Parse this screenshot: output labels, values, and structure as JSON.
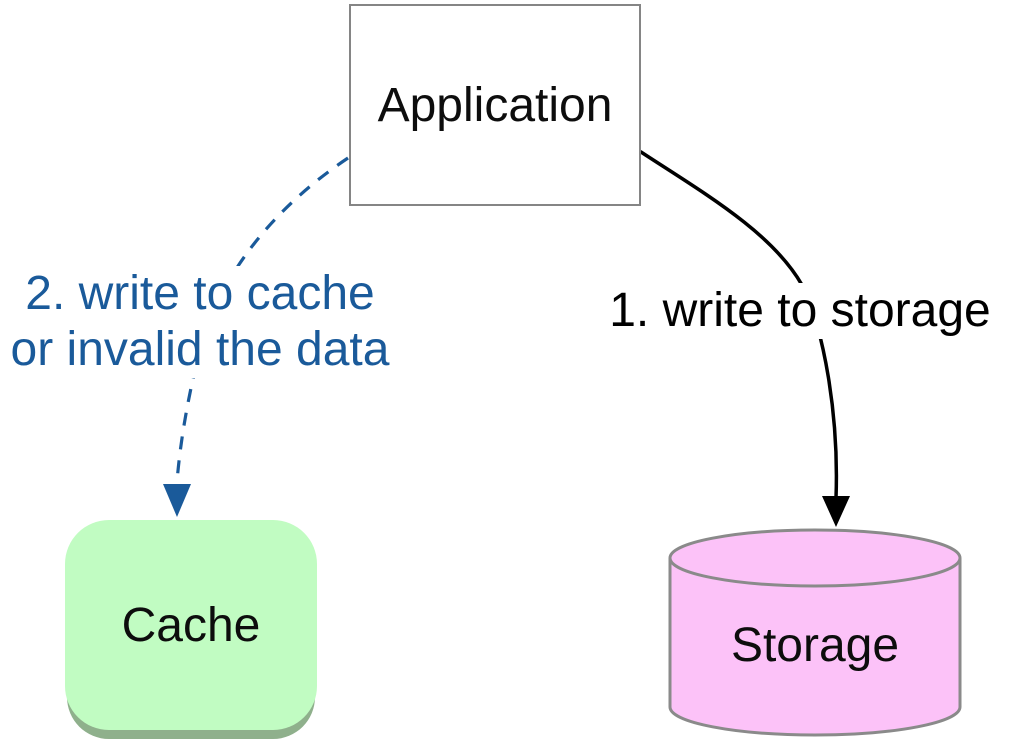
{
  "diagram": {
    "nodes": {
      "application": {
        "label": "Application",
        "shape": "rectangle",
        "fill": "#ffffff",
        "border_color": "#858585"
      },
      "cache": {
        "label": "Cache",
        "shape": "rounded-rectangle",
        "fill": "#c1fcc2",
        "shadow_color": "#8fb08c"
      },
      "storage": {
        "label": "Storage",
        "shape": "cylinder",
        "fill": "#fcc2f8",
        "border_color": "#8a8a8a"
      }
    },
    "edges": {
      "write_to_storage": {
        "order": "1",
        "label": "1. write to storage",
        "style": "solid",
        "color": "#000000",
        "from": "application",
        "to": "storage"
      },
      "write_to_cache": {
        "order": "2",
        "label_line1": "2. write to cache",
        "label_line2": "or invalid the data",
        "style": "dashed",
        "color": "#1a5a9a",
        "from": "application",
        "to": "cache"
      }
    }
  }
}
